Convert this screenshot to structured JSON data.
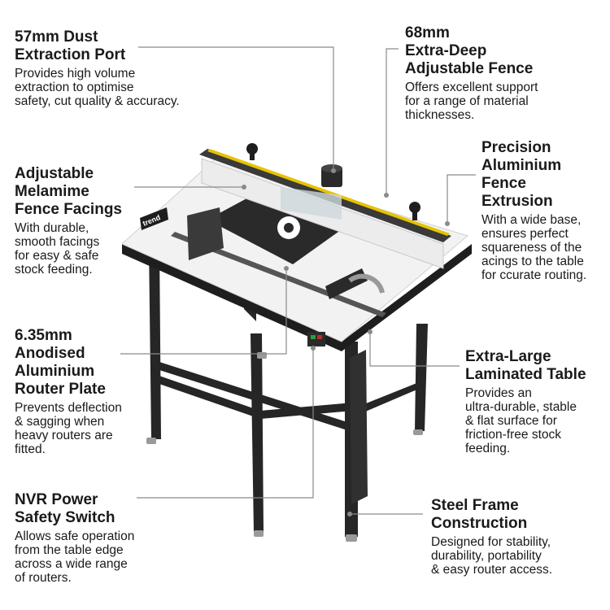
{
  "callouts": [
    {
      "id": "dust-port",
      "title": [
        "57mm Dust",
        "Extraction Port"
      ],
      "body": [
        "Provides high volume",
        "extraction to optimise",
        "safety, cut quality & accuracy."
      ]
    },
    {
      "id": "fence",
      "title": [
        "68mm",
        "Extra-Deep",
        "Adjustable Fence"
      ],
      "body": [
        "Offers excellent support",
        "for a range of material",
        "thicknesses."
      ]
    },
    {
      "id": "facings",
      "title": [
        "Adjustable",
        "Melamime",
        "Fence Facings"
      ],
      "body": [
        "With durable,",
        "smooth facings",
        "for easy & safe",
        "stock feeding."
      ]
    },
    {
      "id": "extrusion",
      "title": [
        "Precision",
        "Aluminium",
        "Fence",
        "Extrusion"
      ],
      "body": [
        "With a wide base,",
        "ensures perfect",
        "squareness of the",
        "acings to the table",
        "for ccurate routing."
      ]
    },
    {
      "id": "router-plate",
      "title": [
        "6.35mm",
        "Anodised",
        "Aluminium",
        "Router Plate"
      ],
      "body": [
        "Prevents deflection",
        "& sagging when",
        "heavy routers are",
        "fitted."
      ]
    },
    {
      "id": "table",
      "title": [
        "Extra-Large",
        "Laminated Table"
      ],
      "body": [
        "Provides an",
        "ultra-durable, stable",
        "& flat surface for",
        "friction-free stock",
        "feeding."
      ]
    },
    {
      "id": "switch",
      "title": [
        "NVR Power",
        "Safety Switch"
      ],
      "body": [
        "Allows safe operation",
        "from the table edge",
        "across a wide range",
        "of routers."
      ]
    },
    {
      "id": "frame",
      "title": [
        "Steel Frame",
        "Construction"
      ],
      "body": [
        "Designed for stability,",
        "durability, portability",
        "& easy router access."
      ]
    }
  ],
  "product": {
    "brand_label": "trend"
  },
  "colors": {
    "leader": "#8a8a8a",
    "table_top": "#f2f2f2",
    "frame": "#262626",
    "fence_scale": "#e6c300"
  }
}
